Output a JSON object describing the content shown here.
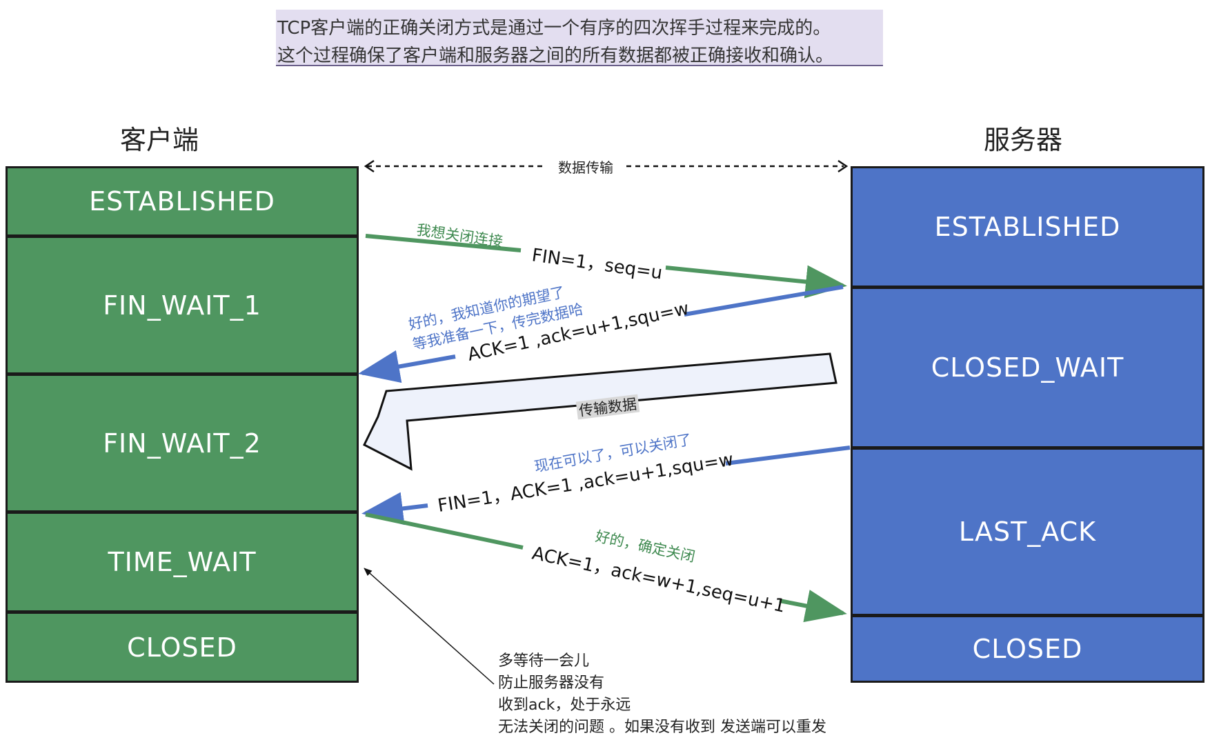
{
  "header": {
    "line1": "TCP客户端的正确关闭方式是通过一个有序的四次挥手过程来完成的。",
    "line2": "这个过程确保了客户端和服务器之间的所有数据都被正确接收和确认。"
  },
  "client": {
    "title": "客户端",
    "states": [
      "ESTABLISHED",
      "FIN_WAIT_1",
      "FIN_WAIT_2",
      "TIME_WAIT",
      "CLOSED"
    ]
  },
  "server": {
    "title": "服务器",
    "states": [
      "ESTABLISHED",
      "CLOSED_WAIT",
      "LAST_ACK",
      "CLOSED"
    ]
  },
  "data_transfer_label": "数据传输",
  "messages": {
    "fin1_note": "我想关闭连接",
    "fin1_label": "FIN=1，seq=u",
    "ack1_note_line1": "好的，我知道你的期望了",
    "ack1_note_line2": "等我准备一下，传完数据哈",
    "ack1_label": "ACK=1 ,ack=u+1,squ=w",
    "transfer_label": "传输数据",
    "fin2_note": "现在可以了，可以关闭了",
    "fin2_label": "FIN=1，ACK=1 ,ack=u+1,squ=w",
    "ack2_note": "好的，确定关闭",
    "ack2_label": "ACK=1，ack=w+1,seq=u+1"
  },
  "note": {
    "lines": [
      "多等待一会儿",
      "防止服务器没有",
      "收到ack，处于永远",
      "无法关闭的问题 。如果没有收到 发送端可以重发"
    ]
  },
  "colors": {
    "client": "#4f9660",
    "server": "#4e74c7",
    "green_arrow": "#4f9660",
    "blue_arrow": "#4e74c7"
  }
}
